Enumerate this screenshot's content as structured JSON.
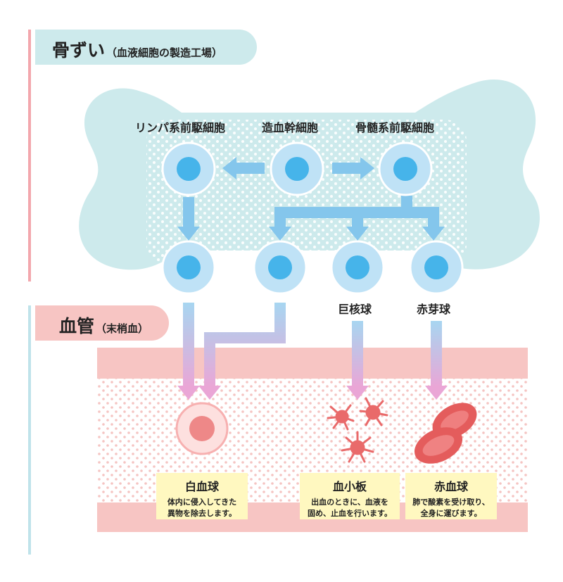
{
  "sections": {
    "bone_marrow": {
      "title": "骨ずい",
      "subtitle": "（血液細胞の製造工場）"
    },
    "blood_vessel": {
      "title": "血管",
      "subtitle": "（末梢血）"
    }
  },
  "cells": {
    "lymphoid_progenitor": "リンパ系前駆細胞",
    "stem_cell": "造血幹細胞",
    "myeloid_progenitor": "骨髄系前駆細胞",
    "megakaryocyte": "巨核球",
    "erythroblast": "赤芽球"
  },
  "results": {
    "wbc": {
      "title": "白血球",
      "desc1": "体内に侵入してきた",
      "desc2": "異物を除去します。"
    },
    "platelet": {
      "title": "血小板",
      "desc1": "出血のときに、血液を",
      "desc2": "固め、止血を行います。"
    },
    "rbc": {
      "title": "赤血球",
      "desc1": "肺で酸素を受け取り、",
      "desc2": "全身に運びます。"
    }
  },
  "colors": {
    "bone": "#cdeaec",
    "cell_outer": "#bfe2f6",
    "cell_inner": "#46b4ea",
    "arrow": "#84c6ec",
    "vessel": "#f7c5c3",
    "caption_bg": "#fff8c0",
    "rbc": "#e45c5c",
    "platelet": "#e96a6a",
    "wbc": "#f7b0b0"
  }
}
